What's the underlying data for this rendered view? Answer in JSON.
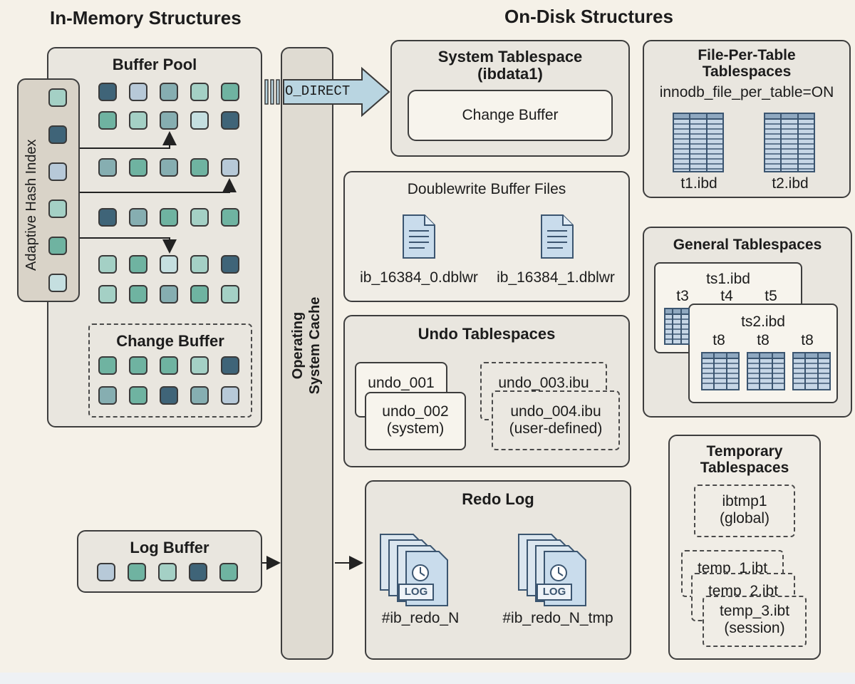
{
  "headers": {
    "in_memory": "In-Memory Structures",
    "on_disk": "On-Disk Structures"
  },
  "buffer_pool": {
    "title": "Buffer Pool",
    "rows": [
      [
        "c1",
        "c2",
        "c3",
        "c4",
        "c5"
      ],
      [
        "c5",
        "c4",
        "c3",
        "c6",
        "c1"
      ],
      [
        "c3",
        "c5",
        "c3",
        "c5",
        "c2"
      ],
      [
        "c1",
        "c3",
        "c5",
        "c4",
        "c5"
      ],
      [
        "c4",
        "c5",
        "c6",
        "c4",
        "c1"
      ],
      [
        "c4",
        "c5",
        "c3",
        "c5",
        "c4"
      ]
    ],
    "change_buffer": {
      "title": "Change Buffer",
      "rows": [
        [
          "c5",
          "c5",
          "c5",
          "c4",
          "c1"
        ],
        [
          "c3",
          "c5",
          "c1",
          "c3",
          "c2"
        ]
      ]
    }
  },
  "adaptive_hash_index": {
    "label": "Adaptive Hash Index",
    "cells": [
      "c4",
      "c1",
      "c2",
      "c4",
      "c5",
      "c6"
    ]
  },
  "log_buffer": {
    "title": "Log Buffer",
    "cells": [
      "c2",
      "c5",
      "c4",
      "c1",
      "c5"
    ]
  },
  "os_cache": {
    "line1": "Operating",
    "line2": "System Cache"
  },
  "o_direct": "O_DIRECT",
  "system_tablespace": {
    "title_line1": "System Tablespace",
    "title_line2": "(ibdata1)",
    "change_buffer": "Change Buffer"
  },
  "doublewrite": {
    "title": "Doublewrite Buffer Files",
    "file1": "ib_16384_0.dblwr",
    "file2": "ib_16384_1.dblwr"
  },
  "undo": {
    "title": "Undo Tablespaces",
    "u1": "undo_001",
    "u2_line1": "undo_002",
    "u2_line2": "(system)",
    "u3": "undo_003.ibu",
    "u4_line1": "undo_004.ibu",
    "u4_line2": "(user-defined)"
  },
  "redo": {
    "title": "Redo Log",
    "file1": "#ib_redo_N",
    "file2": "#ib_redo_N_tmp",
    "log_tag": "LOG"
  },
  "file_per_table": {
    "title_line1": "File-Per-Table",
    "title_line2": "Tablespaces",
    "setting": "innodb_file_per_table=ON",
    "t1": "t1.ibd",
    "t2": "t2.ibd"
  },
  "general": {
    "title": "General Tablespaces",
    "ts1": "ts1.ibd",
    "ts1_tables": [
      "t3",
      "t4",
      "t5"
    ],
    "ts2": "ts2.ibd",
    "ts2_tables": [
      "t8",
      "t8",
      "t8"
    ]
  },
  "temporary": {
    "title_line1": "Temporary",
    "title_line2": "Tablespaces",
    "ibtmp_line1": "ibtmp1",
    "ibtmp_line2": "(global)",
    "temp1": "temp_1.ibt",
    "temp2": "temp_2.ibt",
    "temp3_line1": "temp_3.ibt",
    "temp3_line2": "(session)"
  },
  "colors": {
    "c1": "#3f6478",
    "c2": "#b7c9d8",
    "c3": "#86aeb1",
    "c4": "#a4d0c5",
    "c5": "#6fb3a1",
    "c6": "#c5dfe0"
  }
}
